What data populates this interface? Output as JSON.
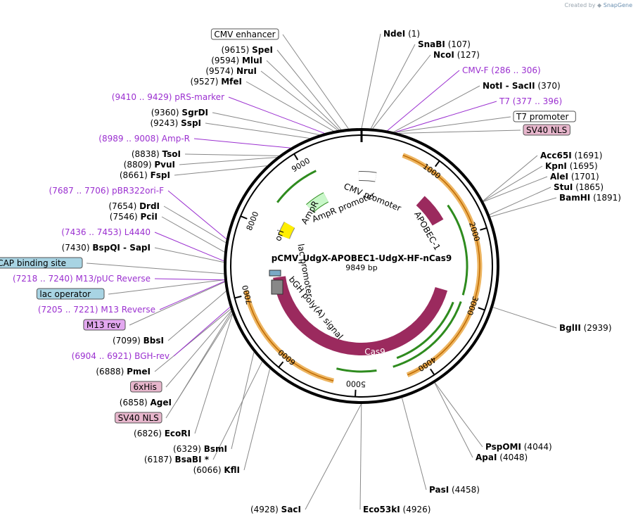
{
  "credit": {
    "prefix": "Created by",
    "brand": "SnapGene"
  },
  "plasmid": {
    "name": "pCMV_UdgX-APOBEC1-UdgX-HF-nCas9",
    "length": 9849,
    "length_label": "9849 bp"
  },
  "ticks": [
    "1000",
    "2000",
    "3000",
    "4000",
    "5000",
    "6000",
    "7000",
    "8000",
    "9000"
  ],
  "colors": {
    "feature_label": "#9b30d0",
    "cas9": "#9b2a5e",
    "orf": "#e8a33a",
    "promoter": "#ffffff",
    "ampr": "#c9f7c9",
    "ori": "#ffee00",
    "green_arrow": "#2e8b1e"
  },
  "features": [
    {
      "label": "APOBEC-1",
      "start": 1160,
      "end": 1700,
      "color": "#9b2a5e"
    },
    {
      "label": "Cas9",
      "start": 2850,
      "end": 7130,
      "color": "#9b2a5e"
    },
    {
      "label": "CMV promoter",
      "start": 9770,
      "end": 220,
      "color": "#ffffff"
    },
    {
      "label": "AmpR",
      "start": 8830,
      "end": 8980,
      "color": "#c9f7c9"
    },
    {
      "label": "AmpR promoter",
      "start": 9100,
      "end": 9260,
      "color": "#ffffff"
    },
    {
      "label": "ori",
      "start": 7850,
      "end": 8150,
      "color": "#ffee00"
    },
    {
      "label": "lac promoter",
      "start": 7420,
      "end": 7480,
      "color": "#ffffff"
    },
    {
      "label": "bGH poly(A) signal",
      "start": 7230,
      "end": 7390,
      "color": "#888888"
    }
  ],
  "sites": [
    {
      "name": "NdeI",
      "pos": "(1)",
      "bp": 1,
      "kind": "enzyme"
    },
    {
      "name": "SnaBI",
      "pos": "(107)",
      "bp": 107,
      "kind": "enzyme"
    },
    {
      "name": "NcoI",
      "pos": "(127)",
      "bp": 127,
      "kind": "enzyme"
    },
    {
      "name": "CMV-F",
      "pos": "(286 .. 306)",
      "bp": 296,
      "kind": "feature"
    },
    {
      "name": "NotI",
      "name2": "SacII",
      "pos": "(370)",
      "bp": 370,
      "kind": "enzyme"
    },
    {
      "name": "T7",
      "pos": "(377 .. 396)",
      "bp": 386,
      "kind": "feature"
    },
    {
      "name": "T7 promoter",
      "bp": 387,
      "kind": "box"
    },
    {
      "name": "SV40 NLS",
      "bp": 430,
      "kind": "pinkbox"
    },
    {
      "name": "Acc65I",
      "pos": "(1691)",
      "bp": 1691,
      "kind": "enzyme"
    },
    {
      "name": "KpnI",
      "pos": "(1695)",
      "bp": 1695,
      "kind": "enzyme"
    },
    {
      "name": "AleI",
      "pos": "(1701)",
      "bp": 1701,
      "kind": "enzyme"
    },
    {
      "name": "StuI",
      "pos": "(1865)",
      "bp": 1865,
      "kind": "enzyme"
    },
    {
      "name": "BamHI",
      "pos": "(1891)",
      "bp": 1891,
      "kind": "enzyme"
    },
    {
      "name": "BglII",
      "pos": "(2939)",
      "bp": 2939,
      "kind": "enzyme"
    },
    {
      "name": "PspOMI",
      "pos": "(4044)",
      "bp": 4044,
      "kind": "enzyme"
    },
    {
      "name": "ApaI",
      "pos": "(4048)",
      "bp": 4048,
      "kind": "enzyme"
    },
    {
      "name": "PasI",
      "pos": "(4458)",
      "bp": 4458,
      "kind": "enzyme"
    },
    {
      "name": "Eco53kI",
      "pos": "(4926)",
      "bp": 4926,
      "kind": "enzyme"
    },
    {
      "name": "SacI",
      "pos": "(4928)",
      "bp": 4928,
      "kind": "enzyme"
    },
    {
      "name": "KflI",
      "pos": "(6066)",
      "bp": 6066,
      "kind": "enzyme"
    },
    {
      "name": "BsaBI *",
      "pos": "(6187)",
      "bp": 6187,
      "kind": "enzyme"
    },
    {
      "name": "BsmI",
      "pos": "(6329)",
      "bp": 6329,
      "kind": "enzyme"
    },
    {
      "name": "EcoRI",
      "pos": "(6826)",
      "bp": 6826,
      "kind": "enzyme"
    },
    {
      "name": "SV40 NLS",
      "bp": 6836,
      "kind": "pinkbox"
    },
    {
      "name": "AgeI",
      "pos": "(6858)",
      "bp": 6858,
      "kind": "enzyme"
    },
    {
      "name": "6xHis",
      "bp": 6868,
      "kind": "pinkbox"
    },
    {
      "name": "PmeI",
      "pos": "(6888)",
      "bp": 6888,
      "kind": "enzyme"
    },
    {
      "name": "BGH-rev",
      "pos": "(6904 .. 6921)",
      "bp": 6912,
      "kind": "feature"
    },
    {
      "name": "BbsI",
      "pos": "(7099)",
      "bp": 7099,
      "kind": "enzyme"
    },
    {
      "name": "M13 rev",
      "bp": 7205,
      "kind": "purplebox"
    },
    {
      "name": "M13 Reverse",
      "pos": "(7205 .. 7221)",
      "bp": 7213,
      "kind": "feature"
    },
    {
      "name": "lac operator",
      "bp": 7230,
      "kind": "bluebox"
    },
    {
      "name": "M13/pUC Reverse",
      "pos": "(7218 .. 7240)",
      "bp": 7229,
      "kind": "feature"
    },
    {
      "name": "CAP binding site",
      "bp": 7300,
      "kind": "bluebox"
    },
    {
      "name": "BspQI",
      "name2": "SapI",
      "pos": "(7430)",
      "bp": 7430,
      "kind": "enzyme"
    },
    {
      "name": "L4440",
      "pos": "(7436 .. 7453)",
      "bp": 7444,
      "kind": "feature"
    },
    {
      "name": "PciI",
      "pos": "(7546)",
      "bp": 7546,
      "kind": "enzyme"
    },
    {
      "name": "DrdI",
      "pos": "(7654)",
      "bp": 7654,
      "kind": "enzyme"
    },
    {
      "name": "pBR322ori-F",
      "pos": "(7687 .. 7706)",
      "bp": 7696,
      "kind": "feature"
    },
    {
      "name": "FspI",
      "pos": "(8661)",
      "bp": 8661,
      "kind": "enzyme"
    },
    {
      "name": "PvuI",
      "pos": "(8809)",
      "bp": 8809,
      "kind": "enzyme"
    },
    {
      "name": "TsoI",
      "pos": "(8838)",
      "bp": 8838,
      "kind": "enzyme"
    },
    {
      "name": "Amp-R",
      "pos": "(8989 .. 9008)",
      "bp": 8998,
      "kind": "feature"
    },
    {
      "name": "SspI",
      "pos": "(9243)",
      "bp": 9243,
      "kind": "enzyme"
    },
    {
      "name": "SgrDI",
      "pos": "(9360)",
      "bp": 9360,
      "kind": "enzyme"
    },
    {
      "name": "pRS-marker",
      "pos": "(9410 .. 9429)",
      "bp": 9420,
      "kind": "feature"
    },
    {
      "name": "MfeI",
      "pos": "(9527)",
      "bp": 9527,
      "kind": "enzyme"
    },
    {
      "name": "NruI",
      "pos": "(9574)",
      "bp": 9574,
      "kind": "enzyme"
    },
    {
      "name": "MluI",
      "pos": "(9594)",
      "bp": 9594,
      "kind": "enzyme"
    },
    {
      "name": "SpeI",
      "pos": "(9615)",
      "bp": 9615,
      "kind": "enzyme"
    },
    {
      "name": "CMV enhancer",
      "bp": 9700,
      "kind": "box"
    }
  ]
}
